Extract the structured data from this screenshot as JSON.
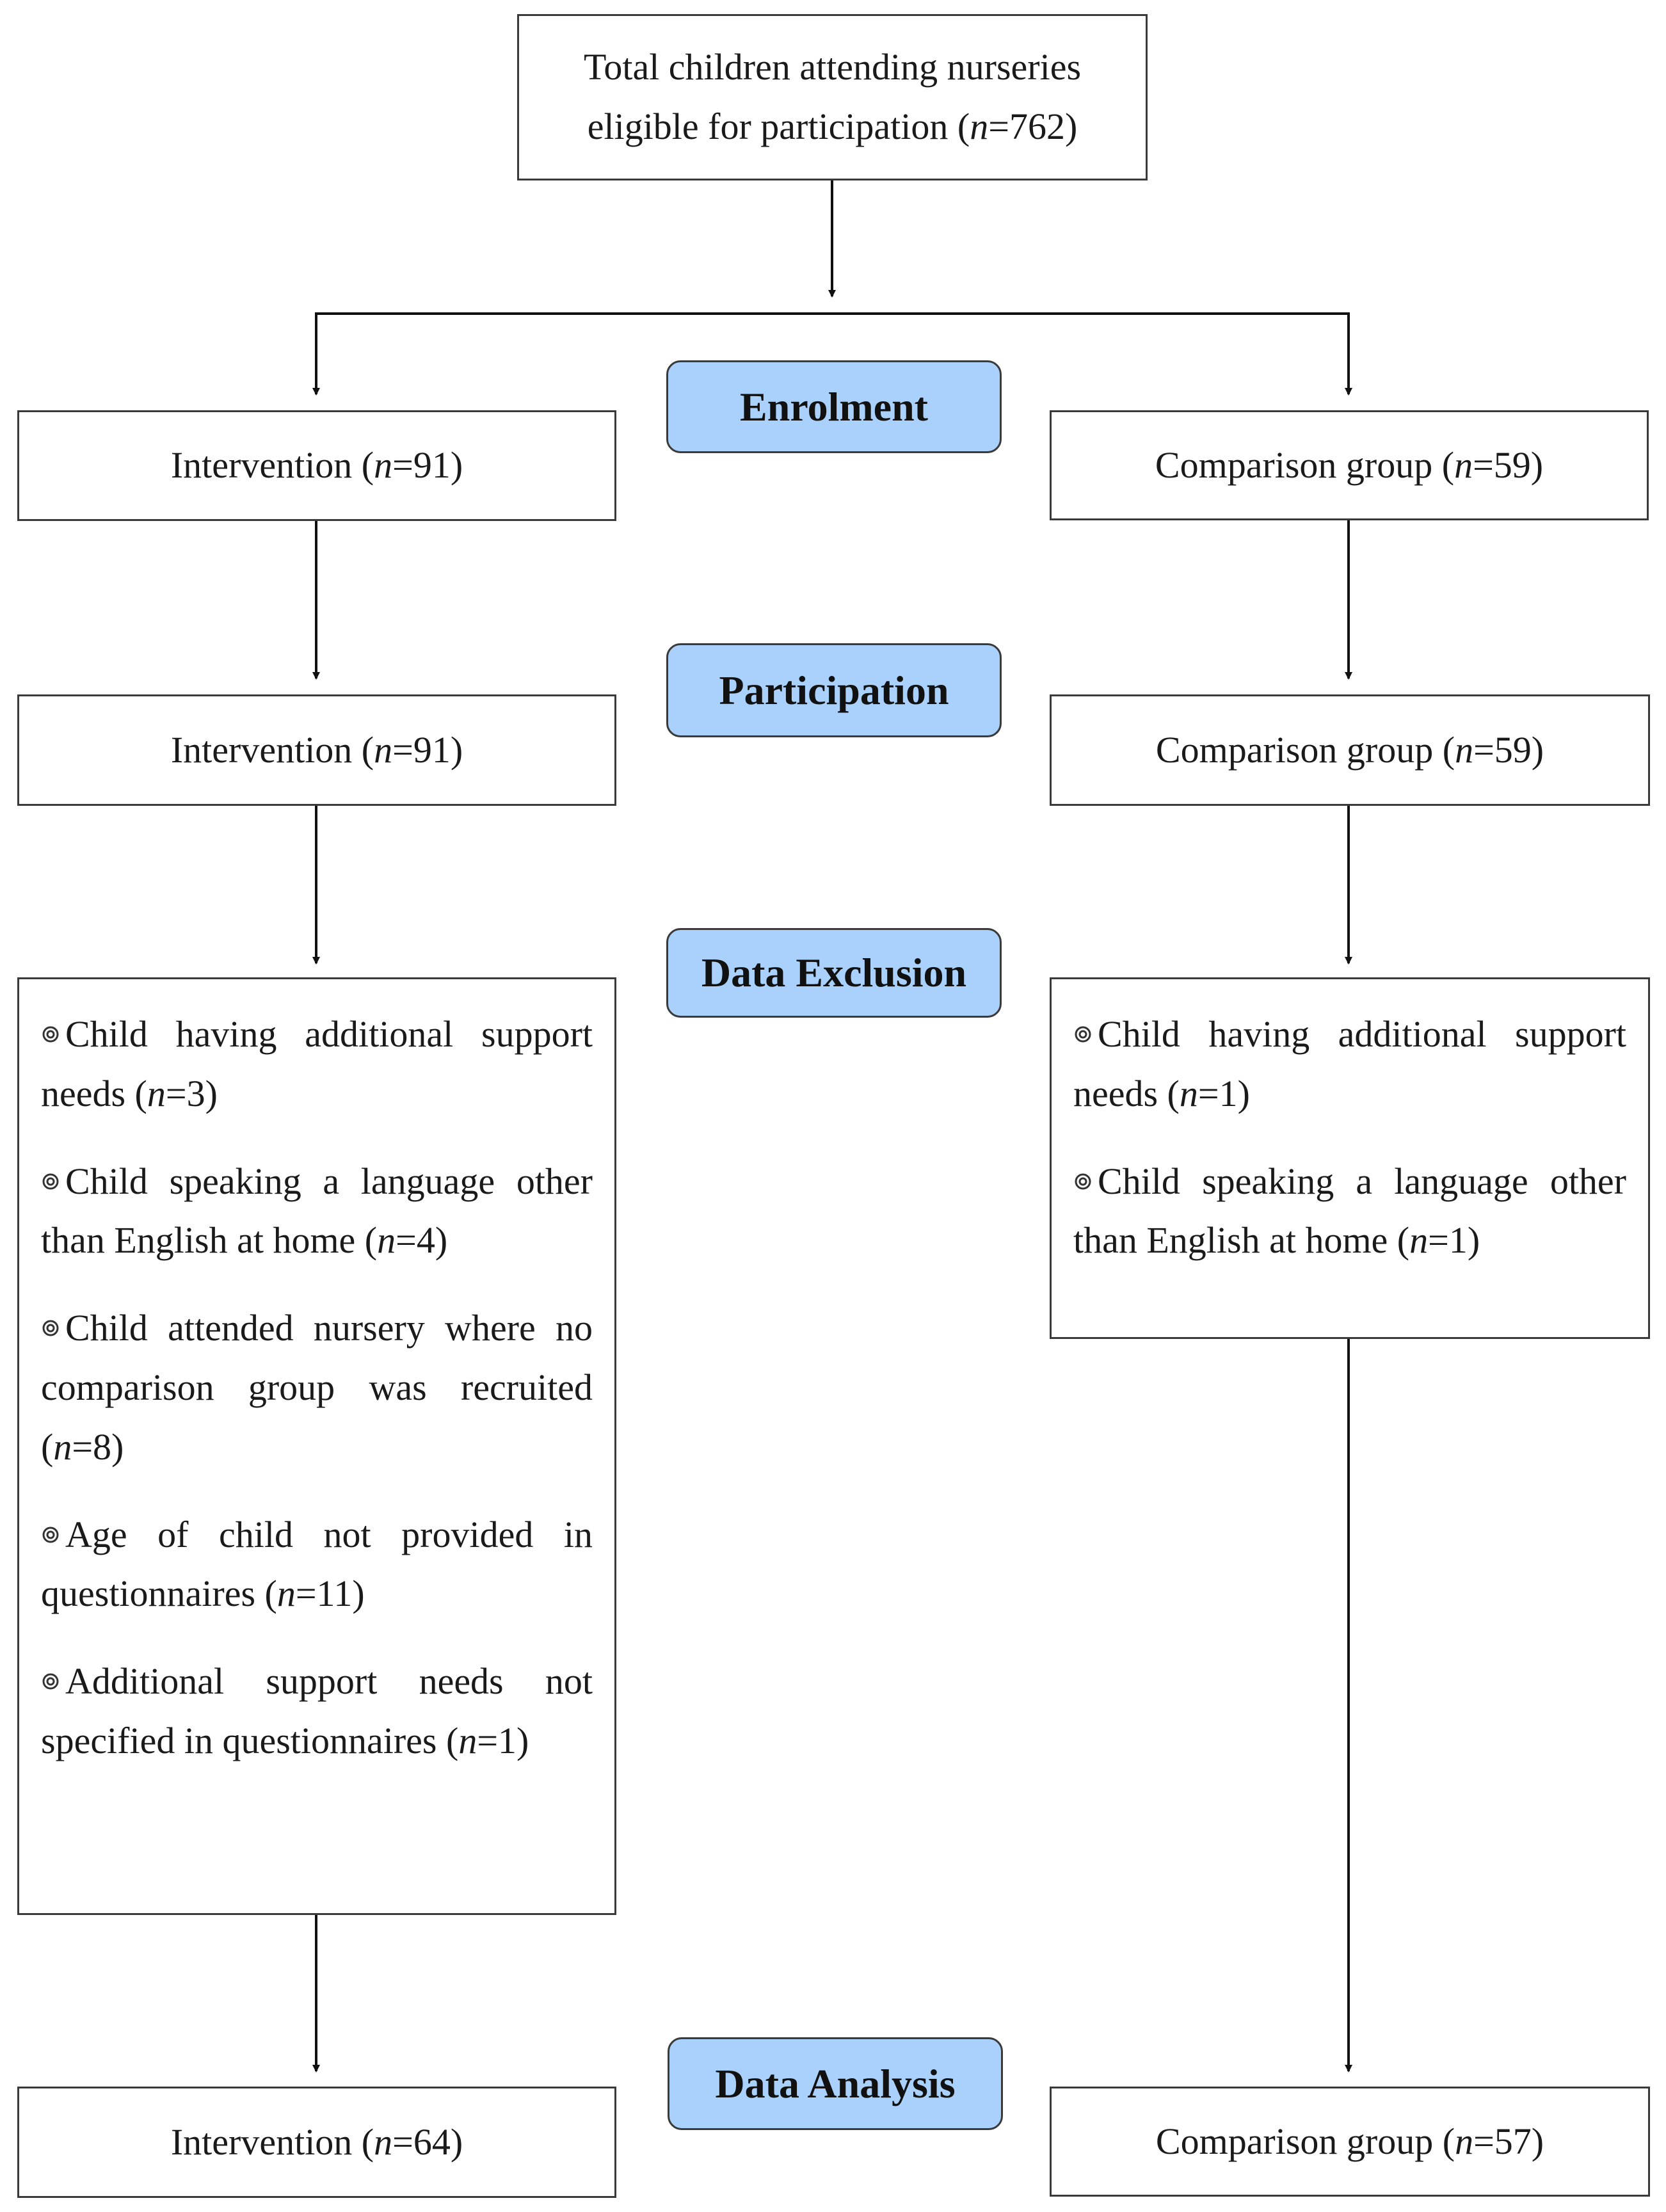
{
  "top": {
    "pre": "Total children attending nurseries eligible for participation (",
    "n": "n",
    "post": "=762)"
  },
  "stages": {
    "enrolment": "Enrolment",
    "participation": "Participation",
    "exclusion": "Data Exclusion",
    "analysis": "Data Analysis"
  },
  "enrolment": {
    "intervention": {
      "pre": "Intervention (",
      "n": "n",
      "post": "=91)"
    },
    "comparison": {
      "pre": "Comparison group (",
      "n": "n",
      "post": "=59)"
    }
  },
  "participation": {
    "intervention": {
      "pre": "Intervention (",
      "n": "n",
      "post": "=91)"
    },
    "comparison": {
      "pre": "Comparison group (",
      "n": "n",
      "post": "=59)"
    }
  },
  "exclusion": {
    "intervention": [
      {
        "pre": "Child having additional support needs (",
        "n": "n",
        "post": "=3)"
      },
      {
        "pre": "Child speaking a language other than English at home (",
        "n": "n",
        "post": "=4)"
      },
      {
        "pre": "Child attended nursery where no comparison group was recruited (",
        "n": "n",
        "post": "=8)"
      },
      {
        "pre": "Age of child not provided in questionnaires (",
        "n": "n",
        "post": "=11)"
      },
      {
        "pre": "Additional support needs not specified in questionnaires (",
        "n": "n",
        "post": "=1)"
      }
    ],
    "comparison": [
      {
        "pre": "Child having additional support needs (",
        "n": "n",
        "post": "=1)"
      },
      {
        "pre": "Child speaking a language other than English at home (",
        "n": "n",
        "post": "=1)"
      }
    ]
  },
  "analysis": {
    "intervention": {
      "pre": "Intervention (",
      "n": "n",
      "post": "=64)"
    },
    "comparison": {
      "pre": "Comparison group (",
      "n": "n",
      "post": "=57)"
    }
  },
  "colors": {
    "stage_fill": "#a9d1fb",
    "border": "#3a3a3a",
    "arrow": "#111111"
  }
}
